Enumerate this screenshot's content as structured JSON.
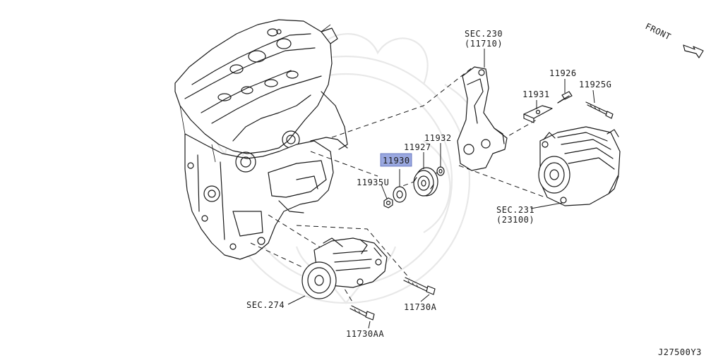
{
  "diagram": {
    "drawing_code": "J27500Y3",
    "front_label": "FRONT",
    "highlight_color": "#9aa8e0",
    "parts": {
      "sec230": "SEC.230",
      "sec230_ref": "(11710)",
      "p11926": "11926",
      "p11925g": "11925G",
      "p11931": "11931",
      "p11932": "11932",
      "p11927": "11927",
      "p11930": "11930",
      "p11935u": "11935U",
      "sec231": "SEC.231",
      "sec231_ref": "(23100)",
      "sec274": "SEC.274",
      "p11730a": "11730A",
      "p11730aa": "11730AA"
    }
  }
}
